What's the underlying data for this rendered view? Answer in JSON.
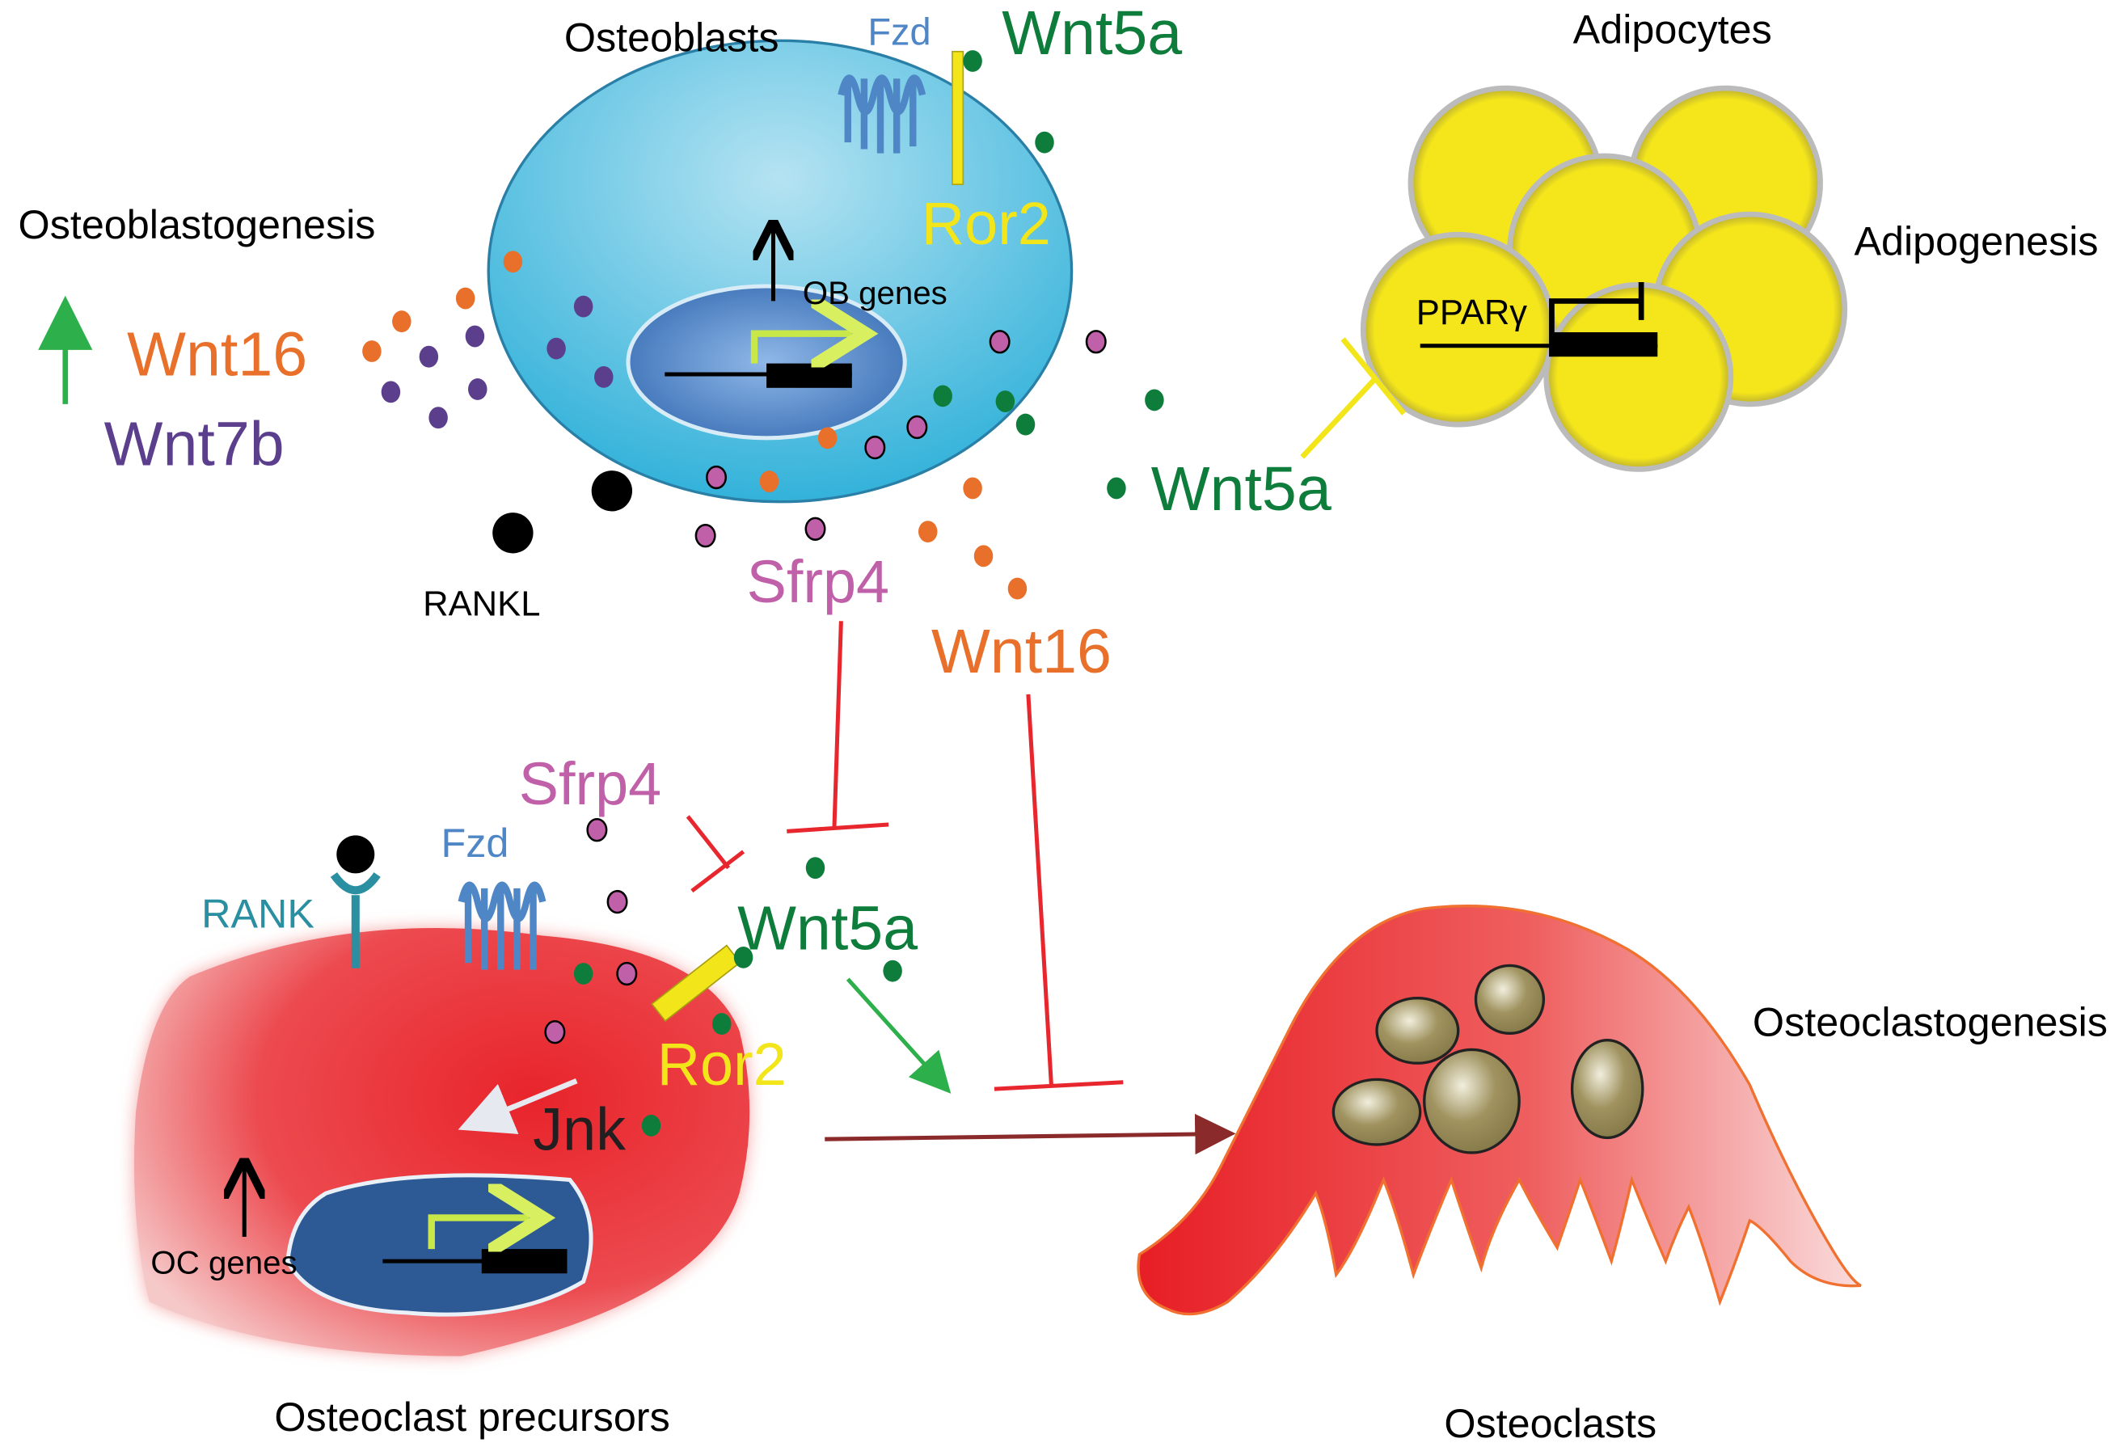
{
  "labels": {
    "osteoblasts": "Osteoblasts",
    "fzd_top": "Fzd",
    "wnt5a_top": "Wnt5a",
    "ror2_top": "Ror2",
    "ob_genes": "OB genes",
    "osteoblastogenesis": "Osteoblastogenesis",
    "wnt16_left": "Wnt16",
    "wnt7b": "Wnt7b",
    "rankl": "RANKL",
    "adipocytes": "Adipocytes",
    "adipogenesis": "Adipogenesis",
    "pparg": "PPARγ",
    "wnt5a_right": "Wnt5a",
    "sfrp4_mid": "Sfrp4",
    "wnt16_mid": "Wnt16",
    "sfrp4_low": "Sfrp4",
    "fzd_low": "Fzd",
    "rank": "RANK",
    "wnt5a_low": "Wnt5a",
    "ror2_low": "Ror2",
    "jnk": "Jnk",
    "oc_genes": "OC genes",
    "osteoclast_precursors": "Osteoclast precursors",
    "osteoclasts": "Osteoclasts",
    "osteoclastogenesis": "Osteoclastogenesis"
  },
  "colors": {
    "wnt5a": "#0e7d3b",
    "wnt16": "#e8702a",
    "wnt7b": "#5b3f8c",
    "sfrp4": "#c060a8",
    "ror2": "#f2e51a",
    "fzd": "#4f86c6",
    "rank": "#2a8fa0",
    "inhibition": "#e8262e"
  }
}
